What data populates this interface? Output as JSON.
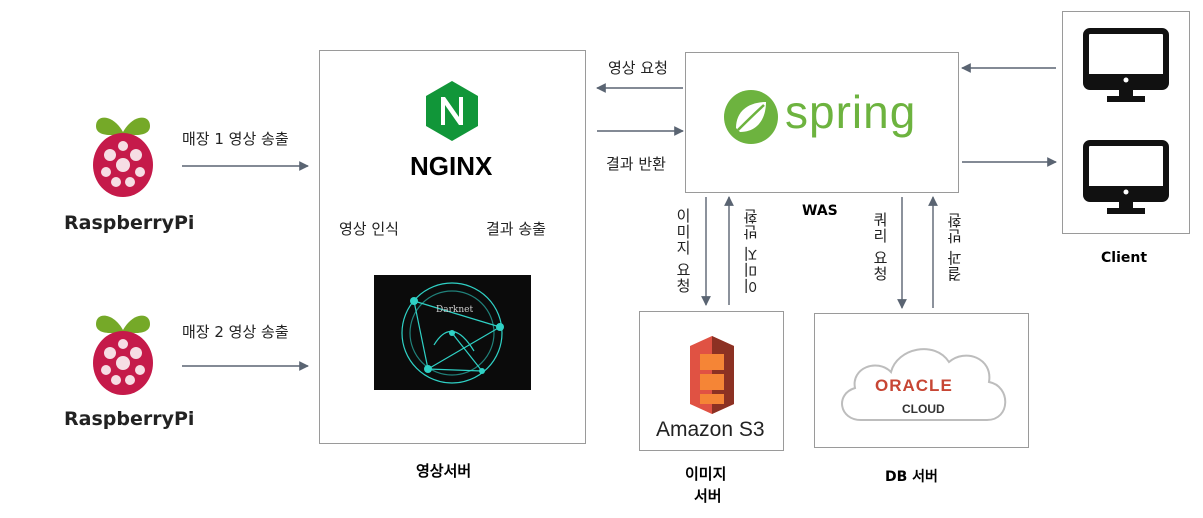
{
  "nodes": {
    "rpi1": {
      "label": "RaspberryPi",
      "icon": "raspberry-pi-logo"
    },
    "rpi2": {
      "label": "RaspberryPi",
      "icon": "raspberry-pi-logo"
    },
    "video_server": {
      "caption": "영상서버",
      "nginx_label": "NGINX",
      "darknet_label": "Darknet"
    },
    "was": {
      "label": "spring",
      "caption": "WAS"
    },
    "image_server": {
      "label": "Amazon S3",
      "caption_line1": "이미지",
      "caption_line2": "서버"
    },
    "db_server": {
      "brand": "ORACLE",
      "sub": "CLOUD",
      "caption": "DB 서버"
    },
    "client": {
      "caption": "Client",
      "icon": "monitor-icon"
    }
  },
  "edges": {
    "store1": "매장 1 영상 송출",
    "store2": "매장 2 영상 송출",
    "recognize": "영상 인식",
    "result_send": "결과 송출",
    "video_request": "영상 요청",
    "result_return": "결과 반환",
    "image_request": "이미지 요청",
    "image_return": "이미지 반환",
    "query_request": "쿼리 요청",
    "query_return": "결과 반환"
  },
  "colors": {
    "arrow": "#5a6472",
    "nginx_green": "#119639",
    "spring_green": "#6db33f",
    "rpi_red": "#c51a4a",
    "rpi_leaf": "#75a928",
    "s3_orange": "#e05243",
    "oracle_red": "#c74634",
    "darknet_teal": "#2fd1c5"
  }
}
